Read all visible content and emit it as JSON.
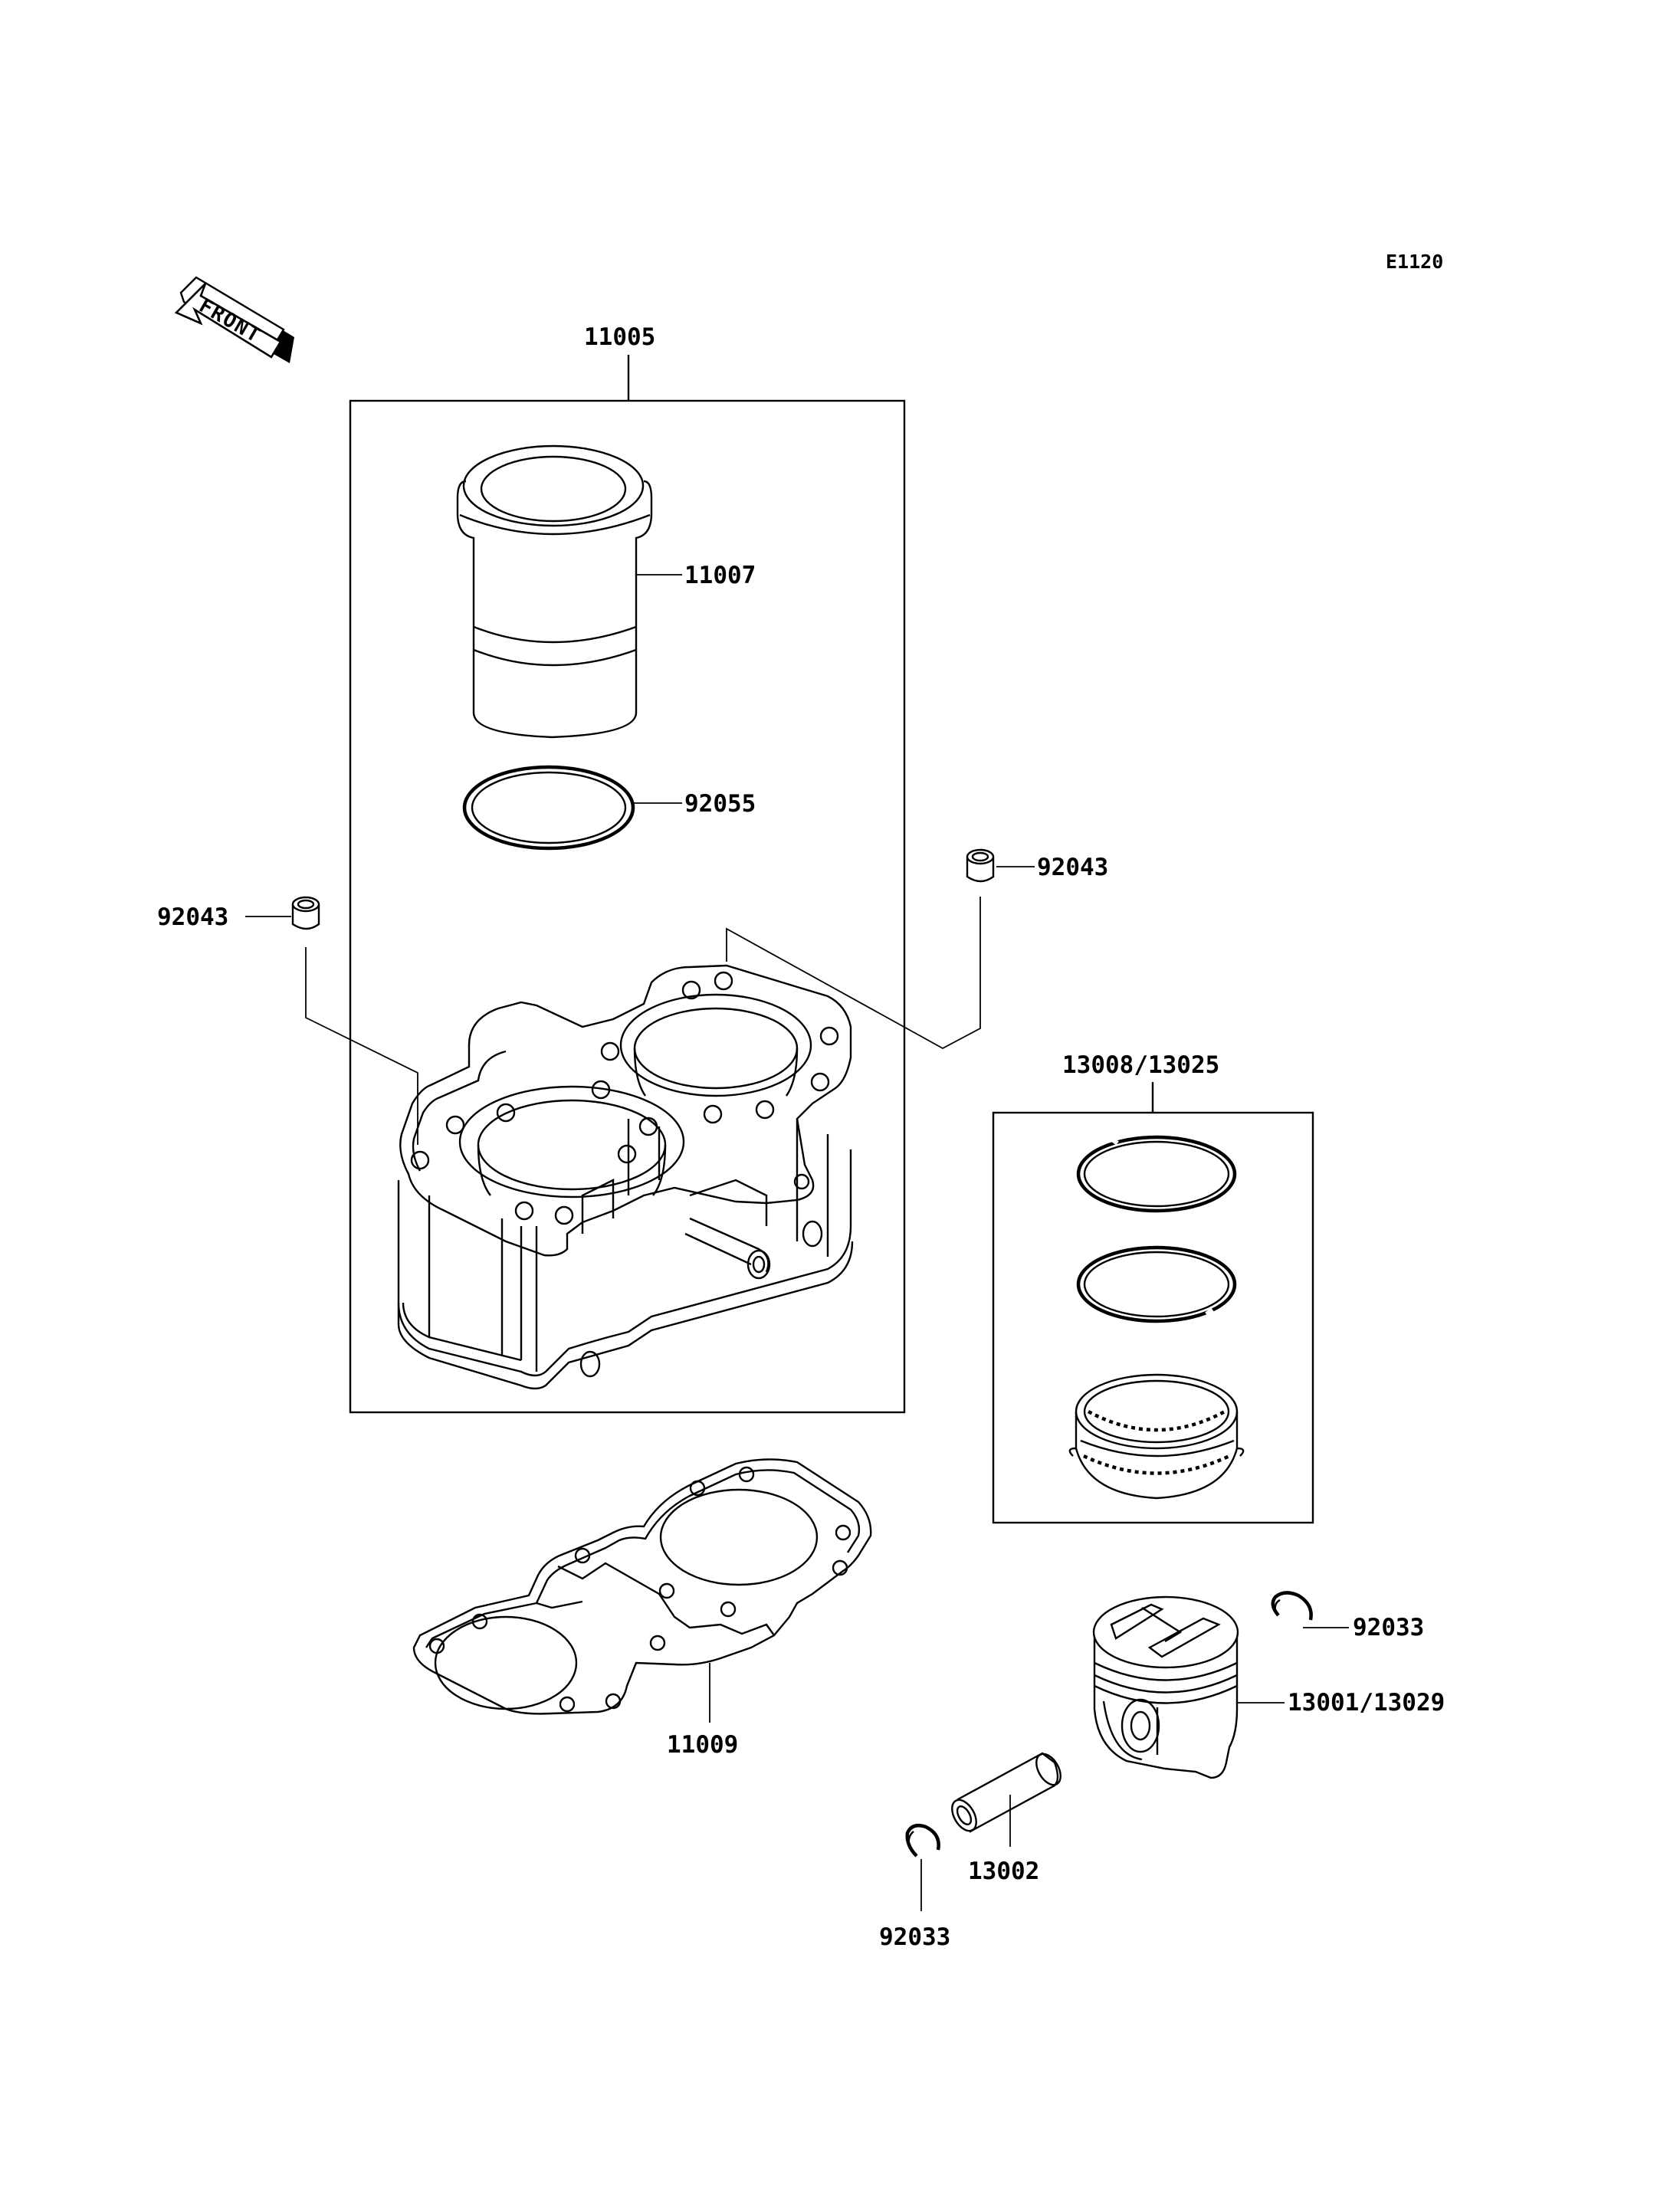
{
  "drawing_code": "E1120",
  "front_label": "FRONT",
  "callouts": {
    "cylinder_assy": "11005",
    "cylinder_sleeve": "11007",
    "o_ring": "92055",
    "dowel_pin_left": "92043",
    "dowel_pin_right": "92043",
    "ring_set": "13008/13025",
    "base_gasket": "11009",
    "circlip_right": "92033",
    "piston": "13001/13029",
    "piston_pin": "13002",
    "circlip_left": "92033"
  }
}
